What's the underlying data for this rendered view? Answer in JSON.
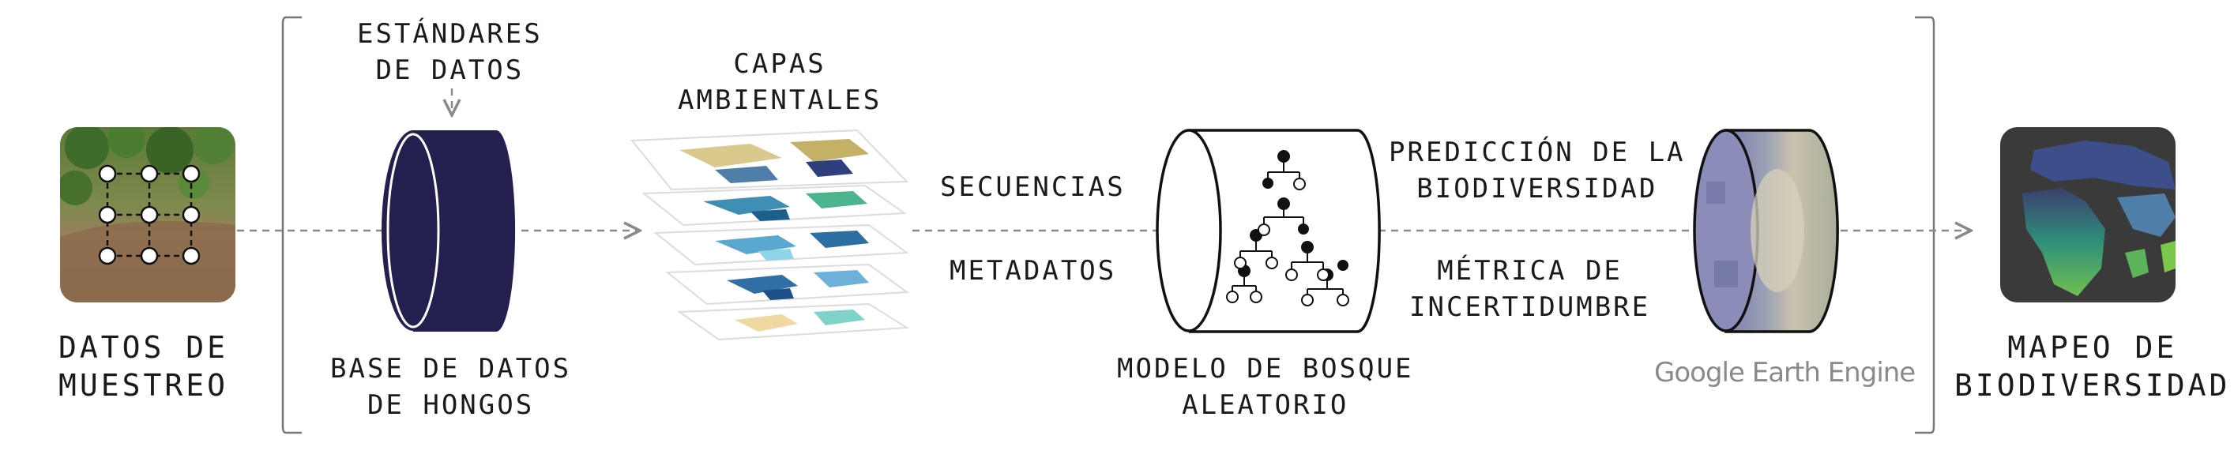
{
  "labels": {
    "sampling_data": "DATOS DE\nMUESTREO",
    "data_standards": "ESTÁNDARES\nDE DATOS",
    "fungi_database": "BASE DE DATOS\nDE HONGOS",
    "env_layers": "CAPAS\nAMBIENTALES",
    "sequences": "SECUENCIAS",
    "metadata": "METADATOS",
    "random_forest": "MODELO DE BOSQUE\nALEATORIO",
    "biodiversity_prediction": "PREDICCIÓN DE LA\nBIODIVERSIDAD",
    "uncertainty_metric": "MÉTRICA DE\nINCERTIDUMBRE",
    "biodiversity_mapping": "MAPEO DE\nBIODIVERSIDAD"
  },
  "logo": {
    "google": "Google",
    "earth_engine": "Earth Engine"
  },
  "colors": {
    "database_navy": "#231f4f",
    "connector_gray": "#8a8a8a",
    "bracket_gray": "#777777",
    "logo_gray": "#8a8a8a"
  },
  "icons": {
    "sampling": "sampling-grid-photo-icon",
    "database": "database-cylinder-icon",
    "layers": "stacked-world-map-layers-icon",
    "model": "random-forest-tree-icon",
    "earth_engine": "satellite-cylinder-icon",
    "map": "africa-biodiversity-map-icon"
  }
}
